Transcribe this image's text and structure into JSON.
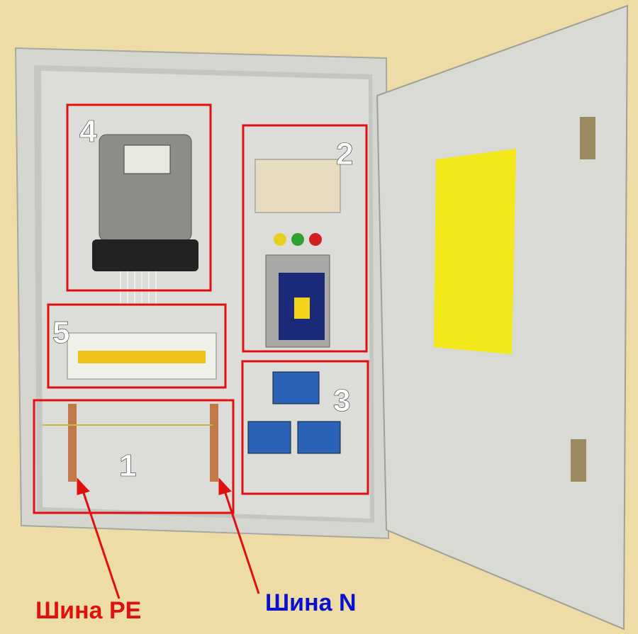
{
  "annotations": {
    "zones": [
      {
        "number": "1"
      },
      {
        "number": "2"
      },
      {
        "number": "3"
      },
      {
        "number": "4"
      },
      {
        "number": "5"
      }
    ],
    "labels": {
      "pe_bus": "Шина PE",
      "n_bus": "Шина N"
    }
  },
  "colors": {
    "background": "#eedca6",
    "box": "#e01010",
    "pe_label": "#e01010",
    "n_label": "#0a10d0",
    "door_sheet": "#f2e81a"
  }
}
